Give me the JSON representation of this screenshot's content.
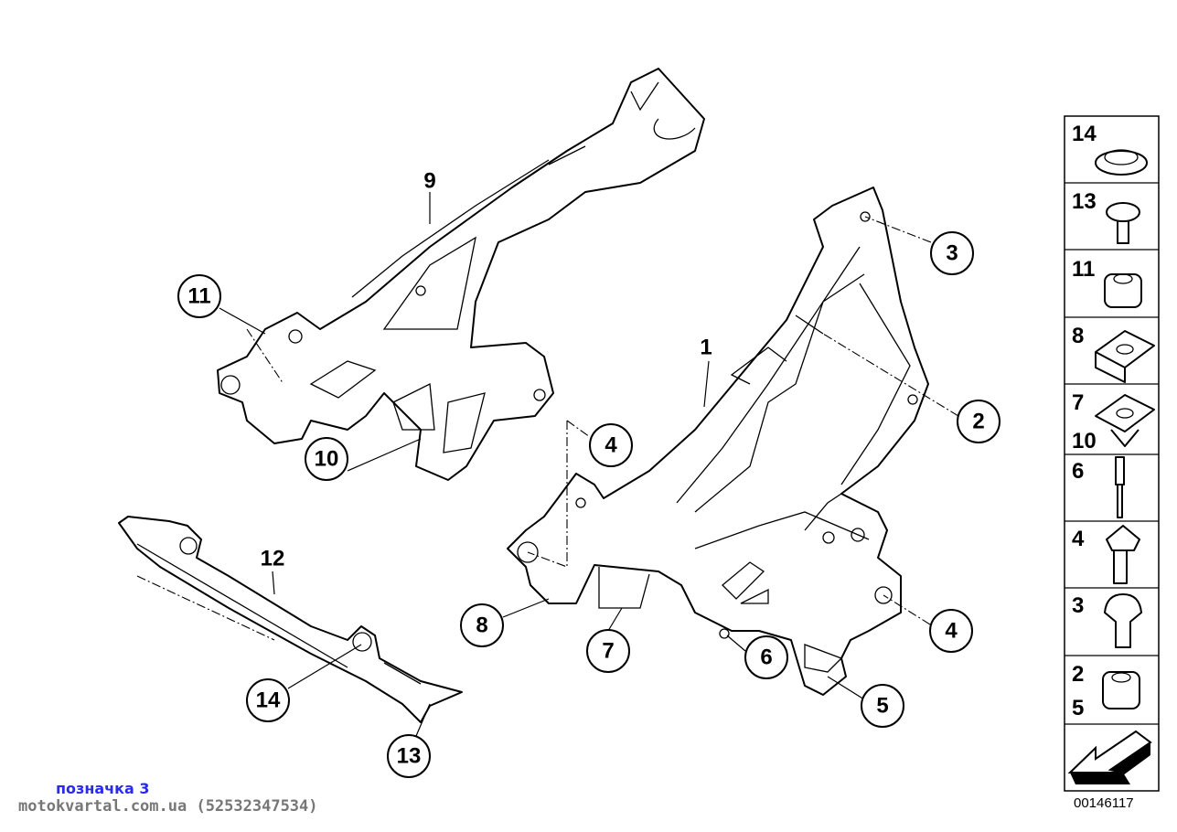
{
  "diagram": {
    "callouts": {
      "c1": "1",
      "c2": "2",
      "c3": "3",
      "c4a": "4",
      "c4b": "4",
      "c5": "5",
      "c6": "6",
      "c7": "7",
      "c8": "8",
      "c9": "9",
      "c10": "10",
      "c11": "11",
      "c12": "12",
      "c13": "13",
      "c14": "14"
    },
    "legend": [
      {
        "labels": [
          "14"
        ],
        "icon": "grommet-icon"
      },
      {
        "labels": [
          "13"
        ],
        "icon": "screw-icon"
      },
      {
        "labels": [
          "11"
        ],
        "icon": "rubber-bushing-icon"
      },
      {
        "labels": [
          "8"
        ],
        "icon": "clip-nut-icon"
      },
      {
        "labels": [
          "7",
          "10"
        ],
        "icon": "clip-nut-icon"
      },
      {
        "labels": [
          "6"
        ],
        "icon": "pin-icon"
      },
      {
        "labels": [
          "4"
        ],
        "icon": "bolt-icon"
      },
      {
        "labels": [
          "3"
        ],
        "icon": "rubber-buffer-icon"
      },
      {
        "labels": [
          "2",
          "5"
        ],
        "icon": "rubber-bushing-icon"
      },
      {
        "labels": [],
        "icon": "arrow-icon"
      }
    ],
    "doc_number": "00146117"
  },
  "footer": {
    "caption": "позначка 3",
    "site": "motokvartal.com.ua (52532347534)"
  }
}
